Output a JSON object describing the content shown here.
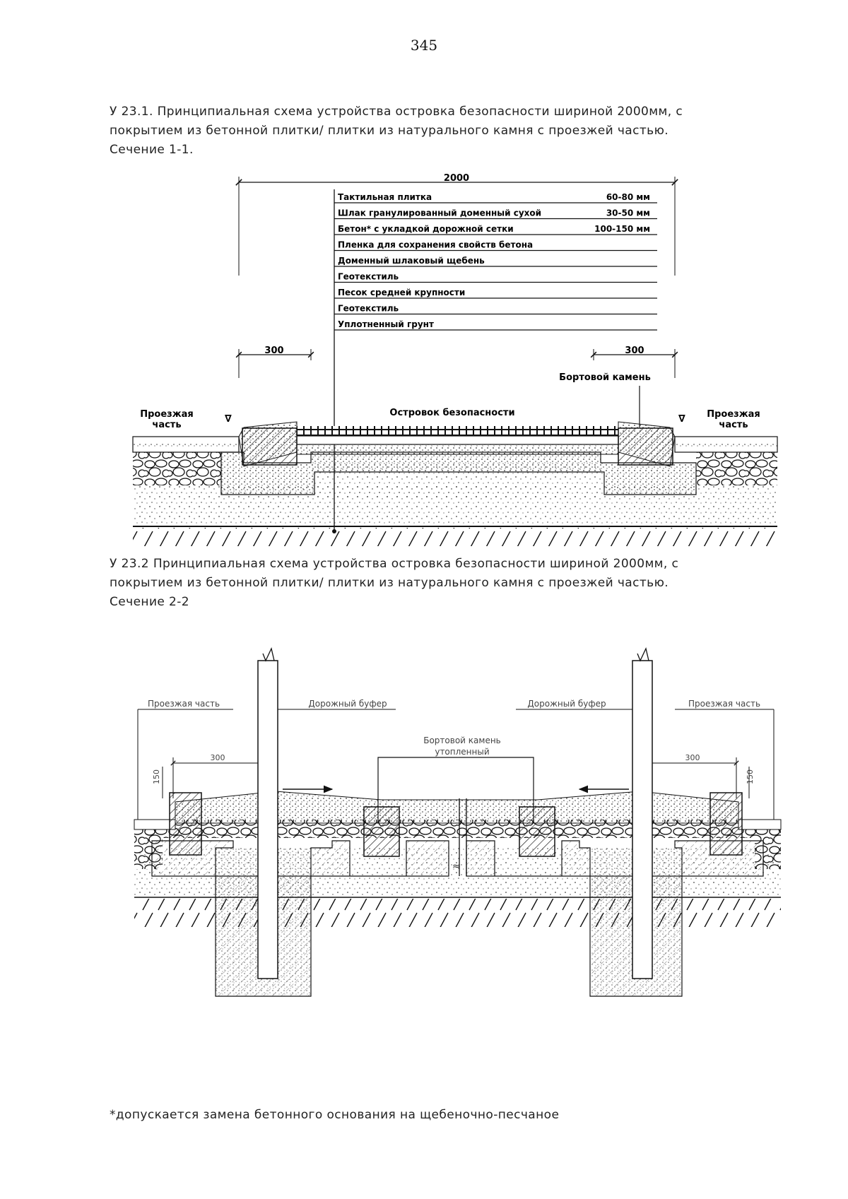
{
  "page": {
    "number": "345"
  },
  "captions": {
    "section1": "У 23.1. Принципиальная схема устройства островка безопасности шириной 2000мм, с покрытием из бетонной плитки/ плитки из натурального камня с проезжей частью. Сечение 1-1.",
    "section2": "У 23.2 Принципиальная схема устройства островка безопасности шириной 2000мм, с покрытием из бетонной плитки/ плитки из натурального камня с проезжей частью. Сечение 2-2"
  },
  "diagram1": {
    "total_width": "2000",
    "curb_width_left": "300",
    "curb_width_right": "300",
    "layers": [
      {
        "name": "Тактильная плитка",
        "thickness": "60-80 мм"
      },
      {
        "name": "Шлак гранулированный доменный сухой",
        "thickness": "30-50 мм"
      },
      {
        "name": "Бетон* с укладкой дорожной сетки",
        "thickness": "100-150 мм"
      },
      {
        "name": "Пленка для сохранения свойств бетона",
        "thickness": ""
      },
      {
        "name": "Доменный шлаковый щебень",
        "thickness": ""
      },
      {
        "name": "Геотекстиль",
        "thickness": ""
      },
      {
        "name": "Песок средней крупности",
        "thickness": ""
      },
      {
        "name": "Геотекстиль",
        "thickness": ""
      },
      {
        "name": "Уплотненный грунт",
        "thickness": ""
      }
    ],
    "labels": {
      "curb_stone": "Бортовой камень",
      "road_left": [
        "Проезжая",
        "часть"
      ],
      "road_right": [
        "Проезжая",
        "часть"
      ],
      "island": "Островок безопасности"
    }
  },
  "diagram2": {
    "labels": {
      "road_left": "Проезжая часть",
      "road_right": "Проезжая часть",
      "buffer_left": "Дорожный буфер",
      "buffer_right": "Дорожный буфер",
      "curb_mid": [
        "Бортовой камень",
        "утопленный"
      ],
      "dim_left": "300",
      "dim_right": "300",
      "height_left": "150",
      "height_right": "150"
    }
  },
  "footnote": "*допускается замена бетонного основания на щебеночно-песчаное"
}
